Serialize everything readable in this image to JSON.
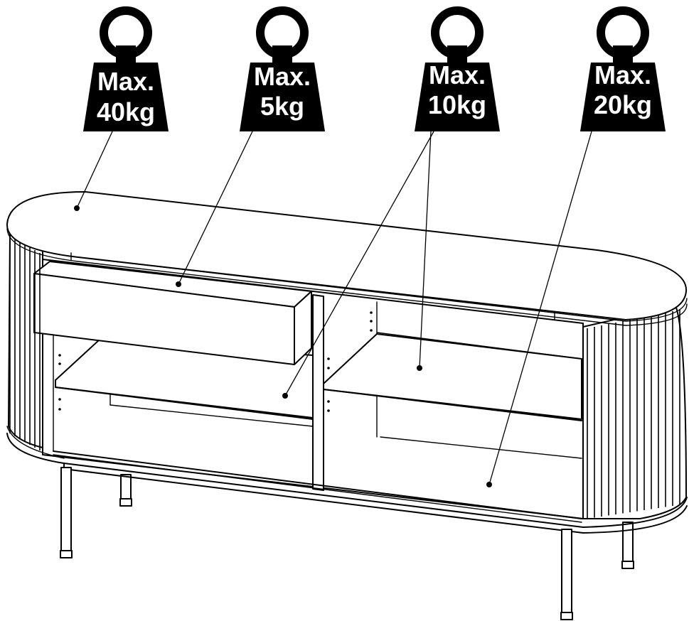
{
  "weights": [
    {
      "id": "top",
      "line1": "Max.",
      "line2": "40kg"
    },
    {
      "id": "drawer",
      "line1": "Max.",
      "line2": "5kg"
    },
    {
      "id": "shelves",
      "line1": "Max.",
      "line2": "10kg"
    },
    {
      "id": "bottom",
      "line1": "Max.",
      "line2": "20kg"
    }
  ]
}
